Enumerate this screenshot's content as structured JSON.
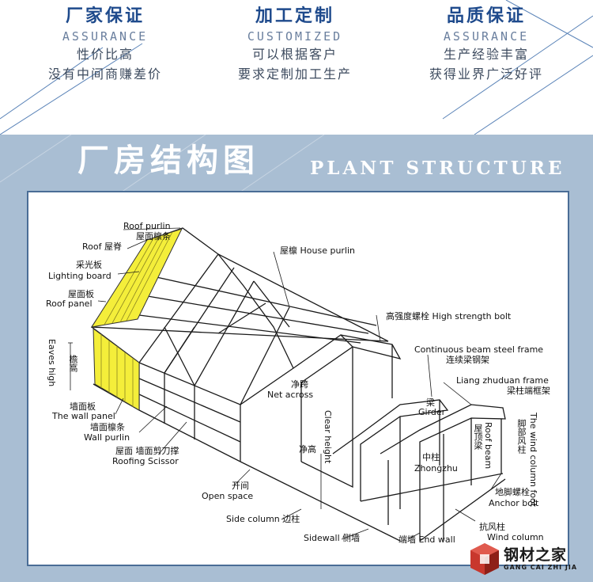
{
  "header": {
    "columns": [
      {
        "title": "厂家保证",
        "subtitle": "ASSURANCE",
        "line1": "性价比高",
        "line2": "没有中间商赚差价"
      },
      {
        "title": "加工定制",
        "subtitle": "CUSTOMIZED",
        "line1": "可以根据客户",
        "line2": "要求定制加工生产"
      },
      {
        "title": "品质保证",
        "subtitle": "ASSURANCE",
        "line1": "生产经验丰富",
        "line2": "获得业界广泛好评"
      }
    ]
  },
  "section": {
    "title_cn": "厂房结构图",
    "title_en": "PLANT STRUCTURE"
  },
  "diagram": {
    "labels": {
      "roof_purlin_en": "Roof purlin",
      "roof_purlin_cn": "屋面檩条",
      "roof_ridge": "Roof 屋脊",
      "lighting_cn": "采光板",
      "lighting_en": "Lighting board",
      "roof_panel_cn": "屋面板",
      "roof_panel_en": "Roof panel",
      "eaves_en": "Eaves high",
      "eaves_cn": "檐高",
      "wall_panel_cn": "墙面板",
      "wall_panel_en": "The wall panel",
      "wall_purlin_cn": "墙面檩条",
      "wall_purlin_en": "Wall purlin",
      "roofing_scissor_cn": "屋面 墙面剪刀撑",
      "roofing_scissor_en": "Roofing Scissor",
      "house_purlin": "屋檩 House purlin",
      "hs_bolt": "高强度螺栓 High strength bolt",
      "cont_beam_en": "Continuous beam steel frame",
      "cont_beam_cn": "连续梁钢架",
      "liang_en": "Liang zhuduan frame",
      "liang_cn": "梁柱端框架",
      "net_across_cn": "净跨",
      "net_across_en": "Net across",
      "girder_cn": "梁",
      "girder_en": "Girder",
      "clear_height_en": "Clear height",
      "clear_height_cn": "净高",
      "roof_beam_en": "Roof beam",
      "roof_beam_cn": "屋顶梁",
      "wind_foot_cn": "脚部风柱",
      "wind_foot_en": "The wind column foot",
      "zhongzhu_cn": "中柱",
      "zhongzhu_en": "Zhongzhu",
      "anchor_cn": "地脚螺栓",
      "anchor_en": "Anchor bolt",
      "open_space_cn": "开间",
      "open_space_en": "Open space",
      "side_column": "Side column 边柱",
      "sidewall": "Sidewall 侧墙",
      "end_wall": "端墙  End wall",
      "wind_column_cn": "抗风柱",
      "wind_column_en": "Wind column"
    }
  },
  "logo": {
    "name": "钢材之家",
    "pinyin": "GANG CAI ZHI JIA"
  },
  "colors": {
    "blue_title": "#1e4a8c",
    "band": "#a9bed3",
    "panel_border": "#4a6d96",
    "yellow_panel": "#f4ee3a"
  }
}
